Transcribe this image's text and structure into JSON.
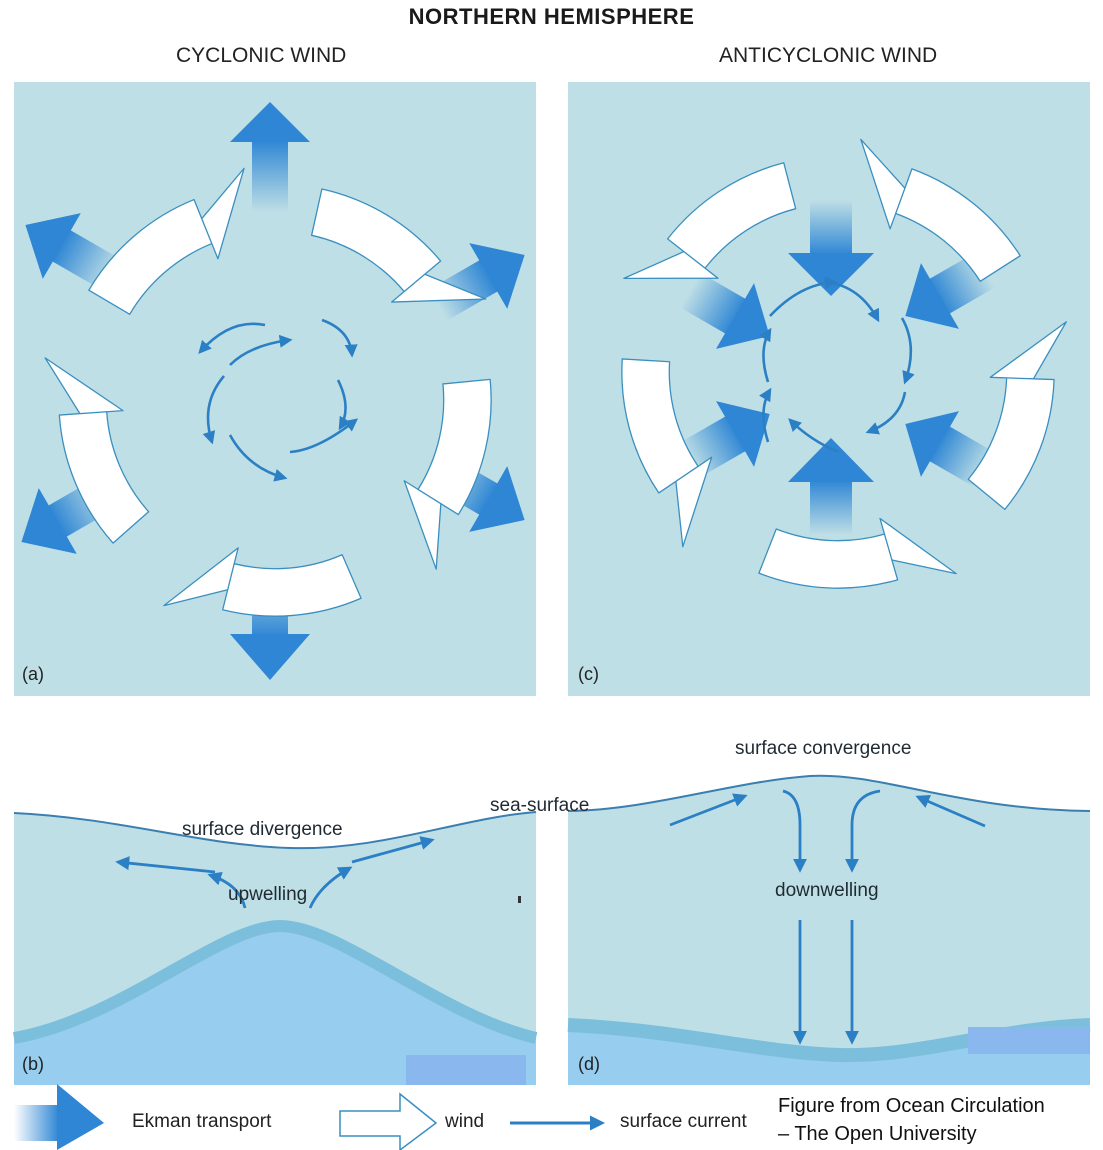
{
  "title": "NORTHERN HEMISPHERE",
  "panels": {
    "cyclonic_heading": "CYCLONIC WIND",
    "anticyclonic_heading": "ANTICYCLONIC WIND",
    "label_a": "(a)",
    "label_b": "(b)",
    "label_c": "(c)",
    "label_d": "(d)"
  },
  "cross_sections": {
    "sea_surface": "sea-surface",
    "surface_divergence": "surface divergence",
    "upwelling": "upwelling",
    "surface_convergence": "surface convergence",
    "downwelling": "downwelling"
  },
  "legend": {
    "ekman": "Ekman transport",
    "wind": "wind",
    "current": "surface current"
  },
  "credit": {
    "line1": "Figure from Ocean Circulation",
    "line2": "– The Open University"
  },
  "colors": {
    "panel_bg": "#bfdfe6",
    "ekman_blue": "#2e86d4",
    "current_blue": "#2b7fc4",
    "deep_water": "#97cdee",
    "thermocline": "#7cbfdc"
  }
}
